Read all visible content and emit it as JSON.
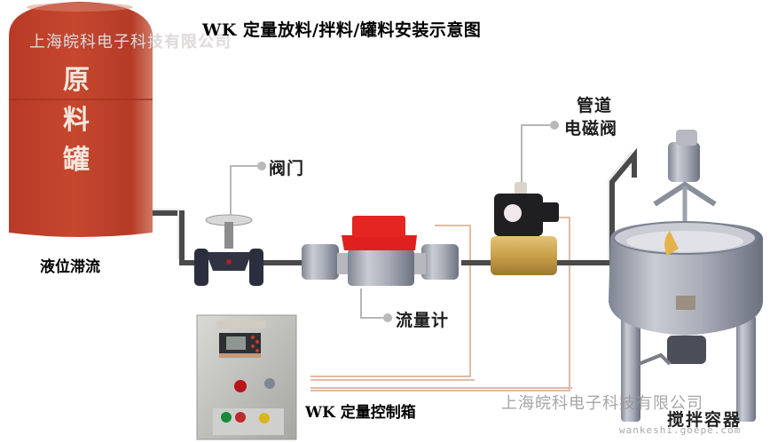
{
  "title": "WK 定量放料/拌料/罐料安装示意图",
  "watermark": {
    "company": "上海皖科电子科技有限公司",
    "url": "wankeshi.goepe.com"
  },
  "components": {
    "raw_tank": {
      "label_chars": [
        "原",
        "料",
        "罐"
      ],
      "caption": "液位滞流"
    },
    "valve": {
      "label": "阀门"
    },
    "flow_meter": {
      "label": "流量计"
    },
    "solenoid_valve": {
      "label_line1": "管道",
      "label_line2": "电磁阀"
    },
    "control_box": {
      "label": "WK 定量控制箱"
    },
    "mixer": {
      "label": "搅拌容器"
    }
  },
  "colors": {
    "tank_red": "#c0402a",
    "flow_meter_red": "#e0201e",
    "brass": "#c9a24a",
    "steel": "#a9adb6",
    "wire": "#e2bba4",
    "pipe": "#4a4a4a"
  }
}
